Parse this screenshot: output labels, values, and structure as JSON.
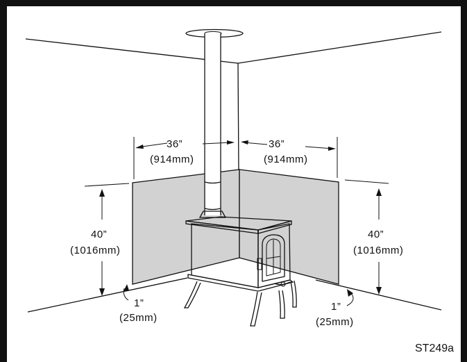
{
  "labels": {
    "wall_left": {
      "inches": "36”",
      "mm": "(914mm)"
    },
    "wall_right": {
      "inches": "36”",
      "mm": "(914mm)"
    },
    "height_left": {
      "inches": "40”",
      "mm": "(1016mm)"
    },
    "height_right": {
      "inches": "40”",
      "mm": "(1016mm)"
    },
    "gap_left": {
      "inches": "1”",
      "mm": "(25mm)"
    },
    "gap_right": {
      "inches": "1”",
      "mm": "(25mm)"
    },
    "figure_id": "ST249a"
  },
  "colors": {
    "shield_fill": "#d2d2d2",
    "line": "#111111",
    "border": "#111111",
    "background": "#ffffff"
  }
}
